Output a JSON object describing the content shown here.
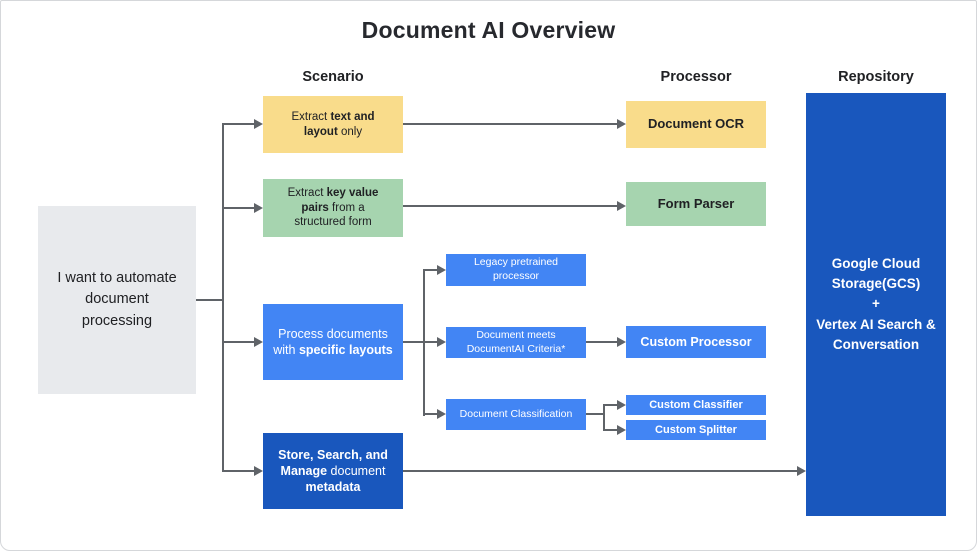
{
  "title": "Document AI Overview",
  "column_headers": {
    "scenario": "Scenario",
    "processor": "Processor",
    "repository": "Repository"
  },
  "root_node": {
    "label": "I want to automate\ndocument\nprocessing"
  },
  "scenarios": {
    "extract_text_layout": {
      "segments": [
        {
          "t": "Extract ",
          "b": false
        },
        {
          "t": "text and layout",
          "b": true
        },
        {
          "t": " only",
          "b": false
        }
      ]
    },
    "extract_key_value": {
      "segments": [
        {
          "t": "Extract ",
          "b": false
        },
        {
          "t": "key value pairs",
          "b": true
        },
        {
          "t": " from a structured form",
          "b": false
        }
      ]
    },
    "specific_layouts": {
      "segments": [
        {
          "t": "Process documents with ",
          "b": false
        },
        {
          "t": "specific layouts",
          "b": true
        }
      ]
    },
    "store_search_manage": {
      "segments": [
        {
          "t": "Store, Search, and Manage",
          "b": true
        },
        {
          "t": " document ",
          "b": false
        },
        {
          "t": "metadata",
          "b": true
        }
      ]
    }
  },
  "intermediate": {
    "legacy_pretrained": {
      "label": "Legacy pretrained processor"
    },
    "document_meets_criteria": {
      "label": "Document meets DocumentAI Criteria*"
    },
    "document_classification": {
      "label": "Document Classification"
    }
  },
  "processors": {
    "document_ocr": {
      "label": "Document OCR"
    },
    "form_parser": {
      "label": "Form Parser"
    },
    "custom_processor": {
      "label": "Custom Processor"
    },
    "custom_classifier": {
      "label": "Custom Classifier"
    },
    "custom_splitter": {
      "label": "Custom Splitter"
    }
  },
  "repository_node": {
    "label": "Google Cloud Storage(GCS)\n+\nVertex AI Search & Conversation"
  },
  "colors": {
    "yellow": "#F9DC8B",
    "green": "#A6D4AF",
    "blue": "#4285F4",
    "dark_blue": "#1957BD",
    "gray_box": "#E8EAED",
    "connector": "#5F6368",
    "text": "#202124"
  }
}
